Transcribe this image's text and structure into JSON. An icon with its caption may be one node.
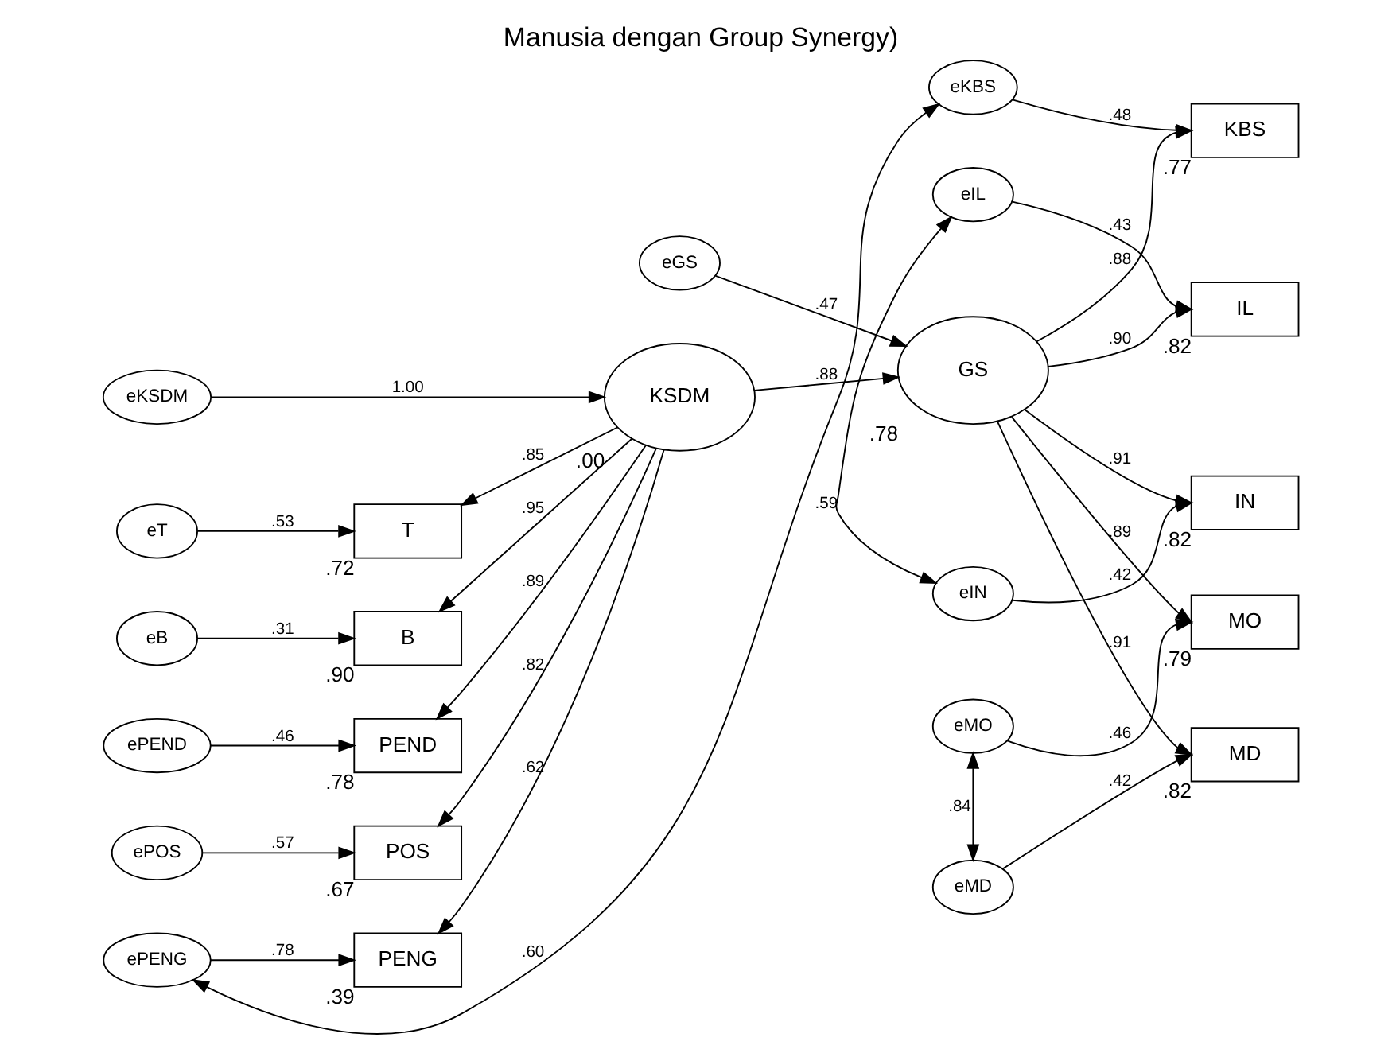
{
  "diagram": {
    "title": "Manusia dengan Group Synergy)",
    "nodes": [
      {
        "text": [
          "eT"
        ]
      },
      {
        "text": [
          "T"
        ],
        "beside": [
          ".72"
        ]
      },
      {
        "text": [
          "eKSDM"
        ]
      },
      {
        "text": [
          "eB"
        ]
      },
      {
        "text": [
          "B"
        ],
        "beside": [
          ".90"
        ]
      },
      {
        "text": [
          "KSDM"
        ],
        "beside": [
          ".00"
        ]
      },
      {
        "text": [
          "ePEND"
        ]
      },
      {
        "text": [
          "PEND"
        ],
        "beside": [
          ".78"
        ]
      },
      {
        "text": [
          "ePOS"
        ]
      },
      {
        "text": [
          "POS"
        ],
        "beside": [
          ".67"
        ]
      },
      {
        "text": [
          "ePENG"
        ]
      },
      {
        "text": [
          "PENG"
        ],
        "beside": [
          ".39"
        ]
      },
      {
        "text": [
          "eGS"
        ]
      },
      {
        "text": [
          "GS"
        ],
        "beside": [
          ".78"
        ]
      },
      {
        "text": [
          "KBS"
        ],
        "beside": [
          ".77"
        ]
      },
      {
        "text": [
          "IL"
        ],
        "beside": [
          ".82"
        ]
      },
      {
        "text": [
          "IN"
        ],
        "beside": [
          ".82"
        ]
      },
      {
        "text": [
          "MO"
        ],
        "beside": [
          ".79"
        ]
      },
      {
        "text": [
          "MD"
        ],
        "beside": [
          ".82"
        ]
      },
      {
        "text": [
          "eKBS"
        ]
      },
      {
        "text": [
          "eIL"
        ]
      },
      {
        "text": [
          "eIN"
        ]
      },
      {
        "text": [
          "eMO"
        ]
      },
      {
        "text": [
          "eMD"
        ]
      }
    ],
    "edges": [
      {
        "from": 0,
        "to": 1,
        "arrow": "to",
        "label": ".53"
      },
      {
        "from": 3,
        "to": 4,
        "arrow": "to",
        "label": ".31"
      },
      {
        "from": 6,
        "to": 7,
        "arrow": "to",
        "label": ".46"
      },
      {
        "from": 8,
        "to": 9,
        "arrow": "to",
        "label": ".57"
      },
      {
        "from": 10,
        "to": 11,
        "arrow": "to",
        "label": ".78"
      },
      {
        "from": 5,
        "to": 1,
        "arrow": "to",
        "label": ".85"
      },
      {
        "from": 5,
        "to": 4,
        "arrow": "to",
        "label": ".95"
      },
      {
        "from": 5,
        "to": 7,
        "arrow": "to",
        "label": ".89"
      },
      {
        "from": 5,
        "to": 9,
        "arrow": "to",
        "label": ".82"
      },
      {
        "from": 5,
        "to": 11,
        "arrow": "to",
        "label": ".62"
      },
      {
        "from": 2,
        "to": 5,
        "arrow": "to",
        "label": "1.00"
      },
      {
        "from": 5,
        "to": 13,
        "arrow": "to",
        "label": ".88"
      },
      {
        "from": 12,
        "to": 13,
        "arrow": "to",
        "label": ".47"
      },
      {
        "from": 13,
        "to": 14,
        "arrow": "to",
        "label": ".88"
      },
      {
        "from": 13,
        "to": 15,
        "arrow": "to",
        "label": ".90"
      },
      {
        "from": 13,
        "to": 16,
        "arrow": "to",
        "label": ".91"
      },
      {
        "from": 13,
        "to": 17,
        "arrow": "to",
        "label": ".89"
      },
      {
        "from": 13,
        "to": 18,
        "arrow": "to",
        "label": ".91"
      },
      {
        "from": 19,
        "to": 14,
        "arrow": "to",
        "label": ".48"
      },
      {
        "from": 20,
        "to": 15,
        "arrow": "to",
        "label": ".43"
      },
      {
        "from": 21,
        "to": 16,
        "arrow": "to",
        "label": ".42"
      },
      {
        "from": 22,
        "to": 17,
        "arrow": "to",
        "label": ".46"
      },
      {
        "from": 23,
        "to": 18,
        "arrow": "to",
        "label": ".42"
      },
      {
        "from": 10,
        "to": 19,
        "arrow": "both",
        "label": ".60"
      },
      {
        "from": 20,
        "to": 21,
        "arrow": "both",
        "label": ".59"
      },
      {
        "from": 22,
        "to": 23,
        "arrow": "both",
        "label": ".84"
      }
    ]
  }
}
